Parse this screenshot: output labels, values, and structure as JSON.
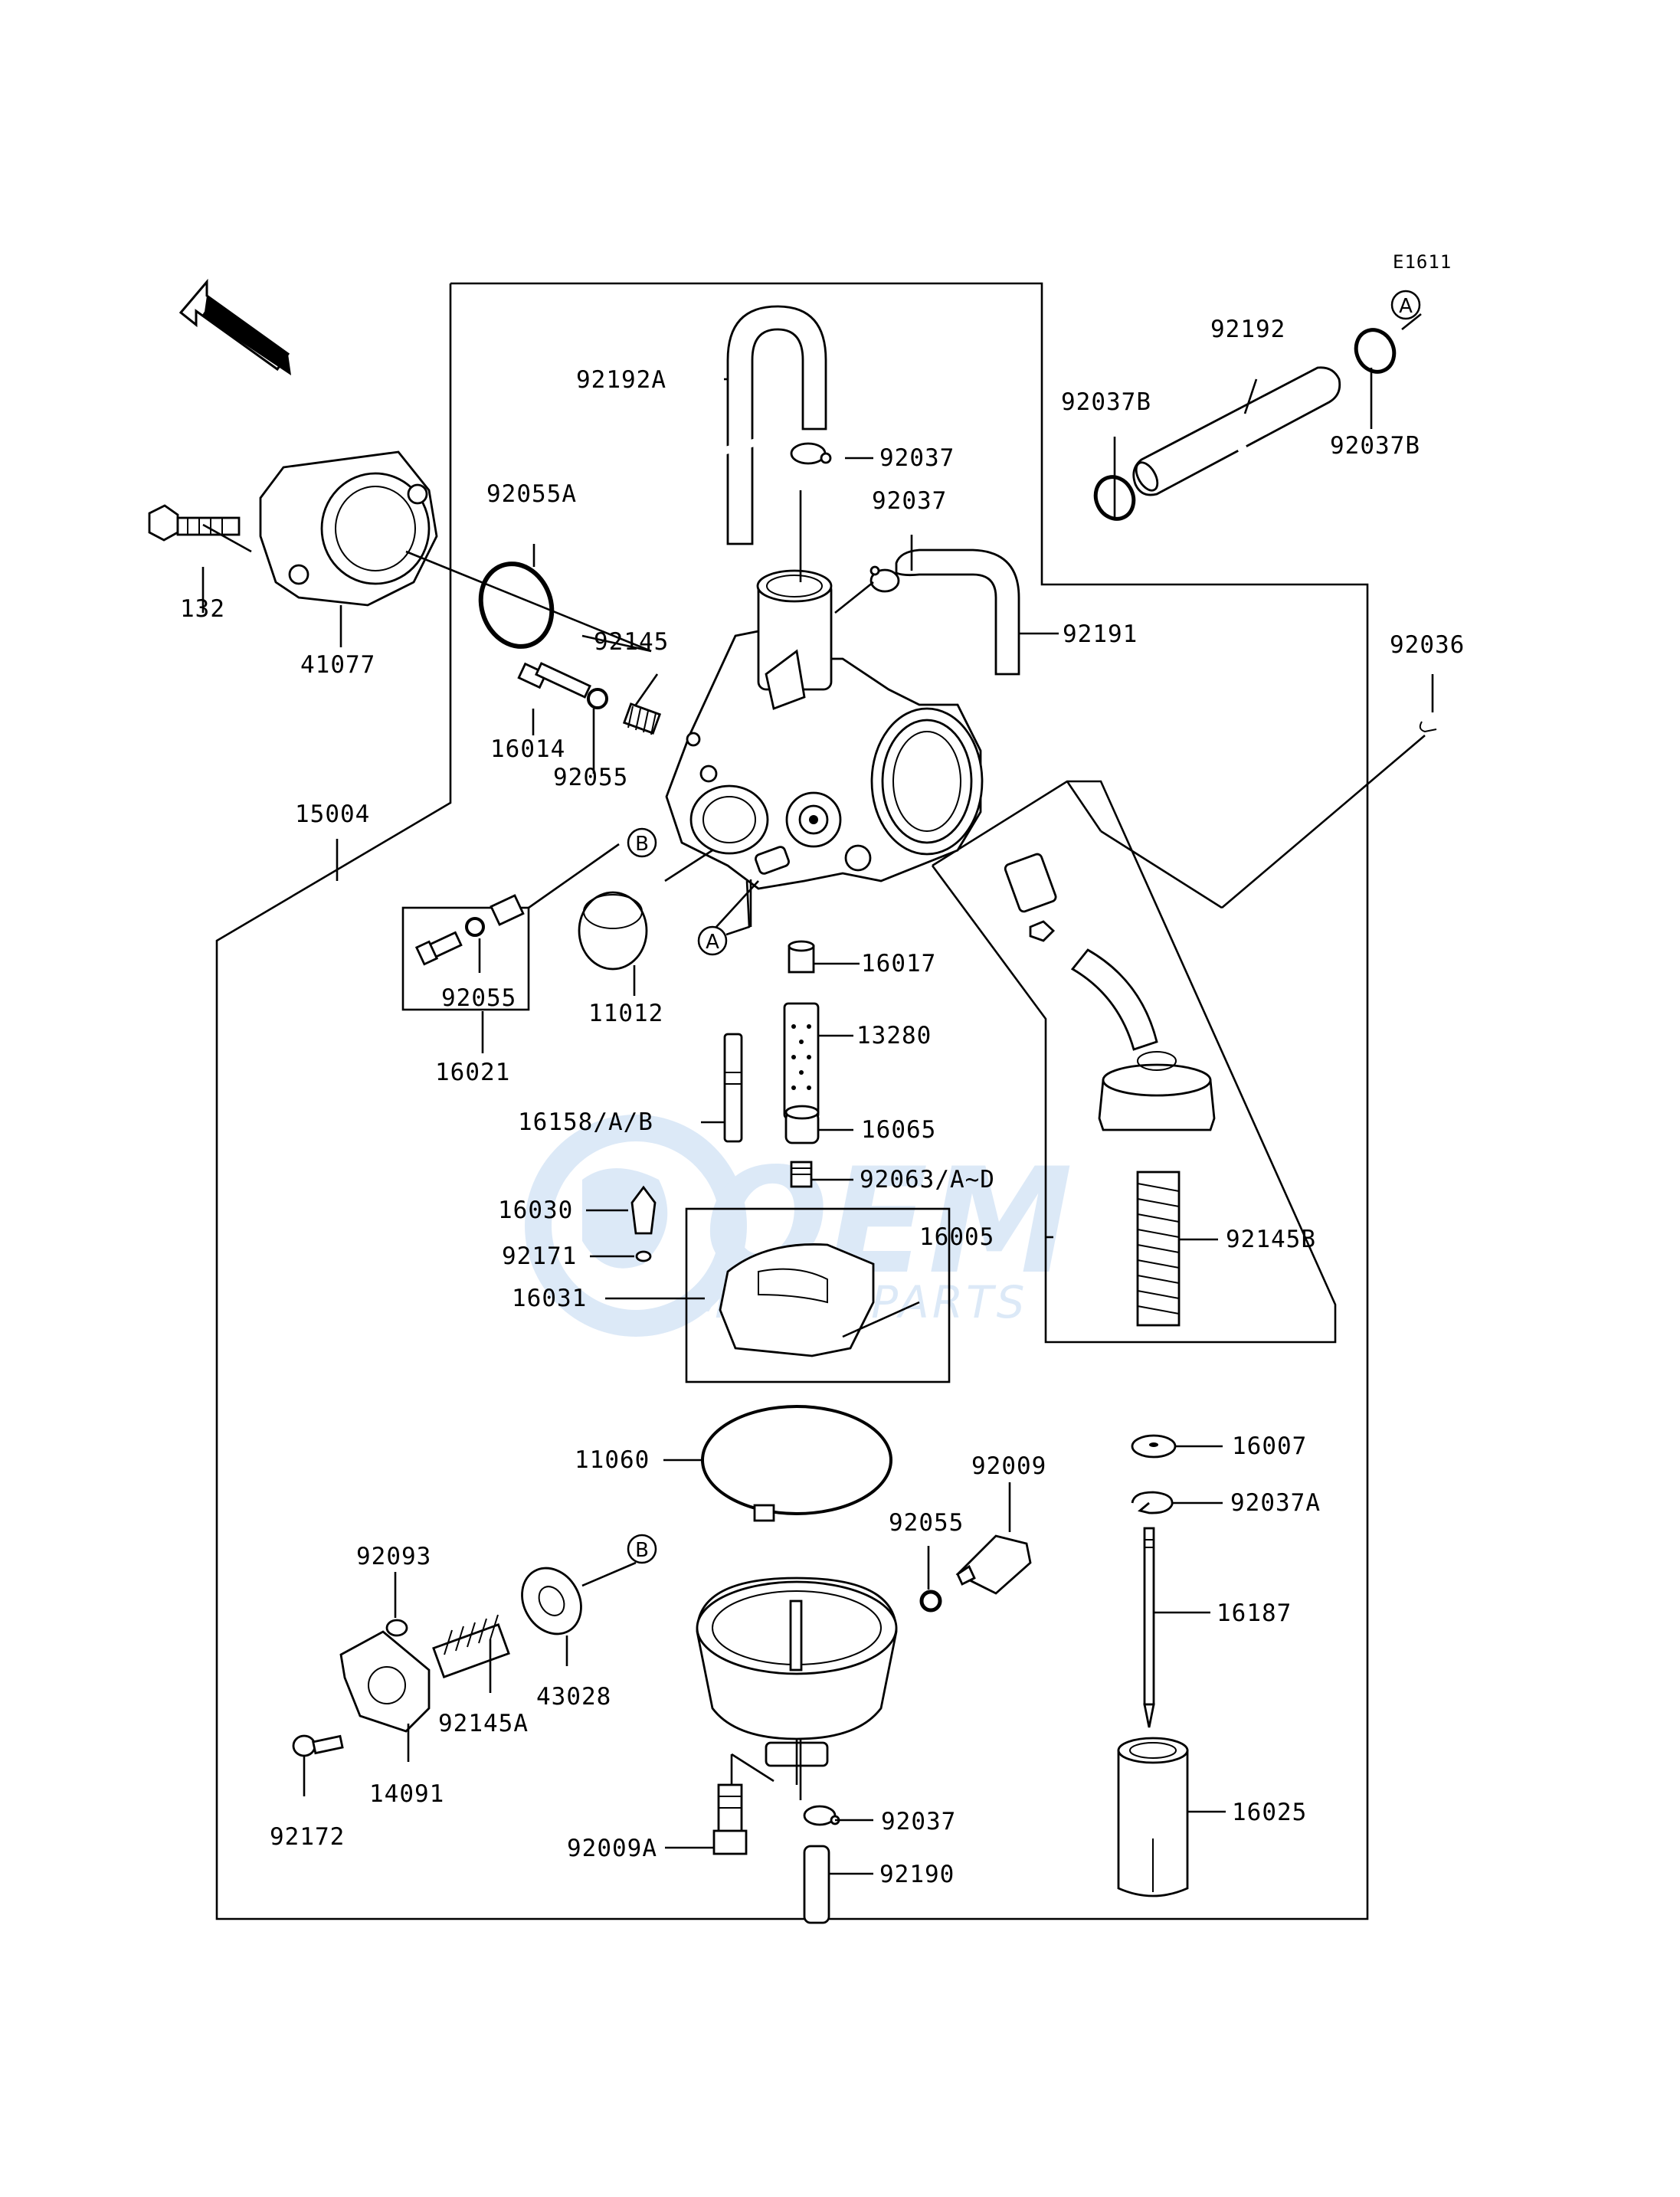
{
  "diagram_code": "E1611",
  "front_label": "FRONT",
  "watermark": {
    "main": "OEM",
    "sub": "MOTORPARTS"
  },
  "refs": {
    "A": "A",
    "B": "B"
  },
  "parts": {
    "p132": "132",
    "p41077": "41077",
    "p92055A": "92055A",
    "p92145": "92145",
    "p16014": "16014",
    "p92055_top": "92055",
    "p15004": "15004",
    "p92192A": "92192A",
    "p92037_a": "92037",
    "p92037_b": "92037",
    "p92191": "92191",
    "p92037B_left": "92037B",
    "p92192": "92192",
    "p92037B_right": "92037B",
    "p92036": "92036",
    "p92055_mid": "92055",
    "p16021": "16021",
    "p11012": "11012",
    "p16017": "16017",
    "p13280": "13280",
    "p16158": "16158/A/B",
    "p16065": "16065",
    "p92063": "92063/A~D",
    "p16005": "16005",
    "p92145B": "92145B",
    "p16030": "16030",
    "p92171": "92171",
    "p16031": "16031",
    "p11060": "11060",
    "p92009": "92009",
    "p16007": "16007",
    "p92037A": "92037A",
    "p92055_bot": "92055",
    "p92093": "92093",
    "p43028": "43028",
    "p16187": "16187",
    "p92145A": "92145A",
    "p14091": "14091",
    "p92172": "92172",
    "p92037_c": "92037",
    "p92009A": "92009A",
    "p92190": "92190",
    "p16025": "16025"
  }
}
